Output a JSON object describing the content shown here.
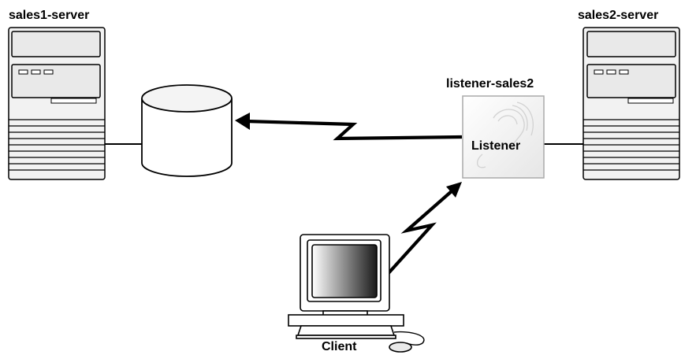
{
  "labels": {
    "server_left": "sales1-server",
    "server_right": "sales2-server",
    "listener_name": "listener-sales2",
    "listener_box": "Listener",
    "client": "Client"
  }
}
